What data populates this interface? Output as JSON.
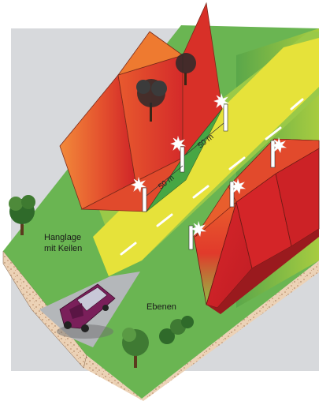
{
  "labels": {
    "hanglage_line1": "Hanglage",
    "hanglage_line2": "mit Keilen",
    "ebenen": "Ebenen",
    "dist_upper": "50 m",
    "dist_lower": "50 m"
  },
  "colors": {
    "background_gray": "#d7d9dc",
    "road_yellow": "#e6e23a",
    "zone_green": "#6ab552",
    "zone_red": "#d8262a",
    "zone_orange": "#ee7a30",
    "car_purple": "#7a1f5a",
    "ground_tan": "#e9c9a8"
  }
}
